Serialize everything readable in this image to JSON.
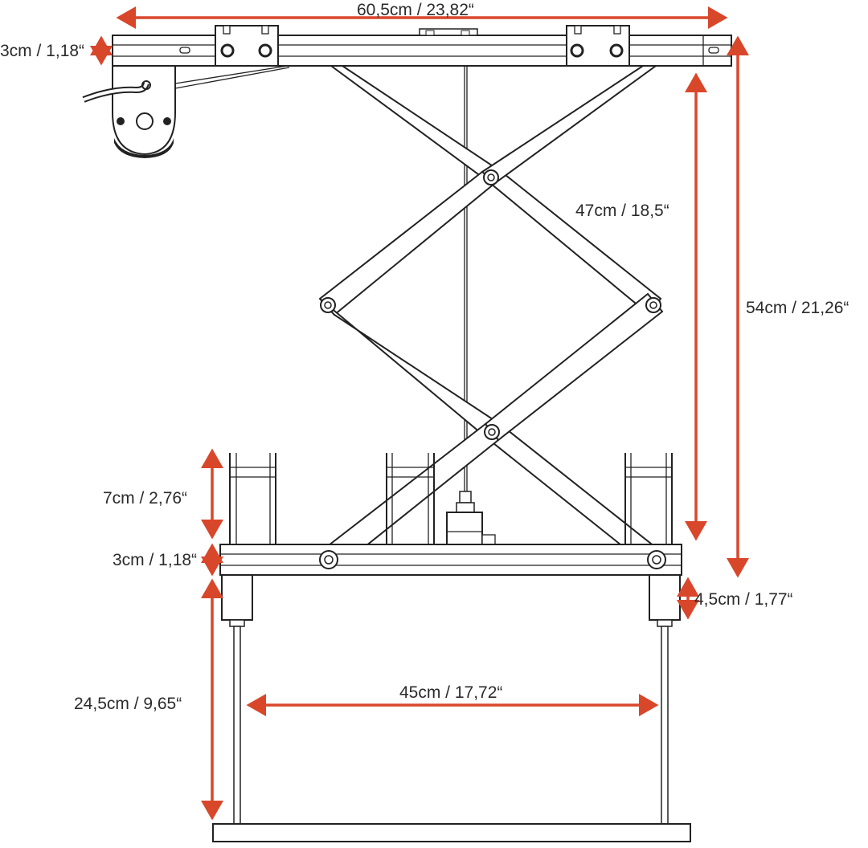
{
  "dimensions": {
    "total_width": "60,5cm / 23,82“",
    "rail_height": "3cm / 1,18“",
    "scissor_extension": "47cm / 18,5“",
    "total_height": "54cm / 21,26“",
    "bracket_height": "7cm / 2,76“",
    "platform_height": "3cm / 1,18“",
    "foot_height": "4,5cm / 1,77“",
    "rod_length": "24,5cm / 9,65“",
    "rod_spacing": "45cm / 17,72“"
  },
  "colors": {
    "dimension_arrow": "#d9472b",
    "line": "#222222",
    "text": "#2b2b2b"
  }
}
